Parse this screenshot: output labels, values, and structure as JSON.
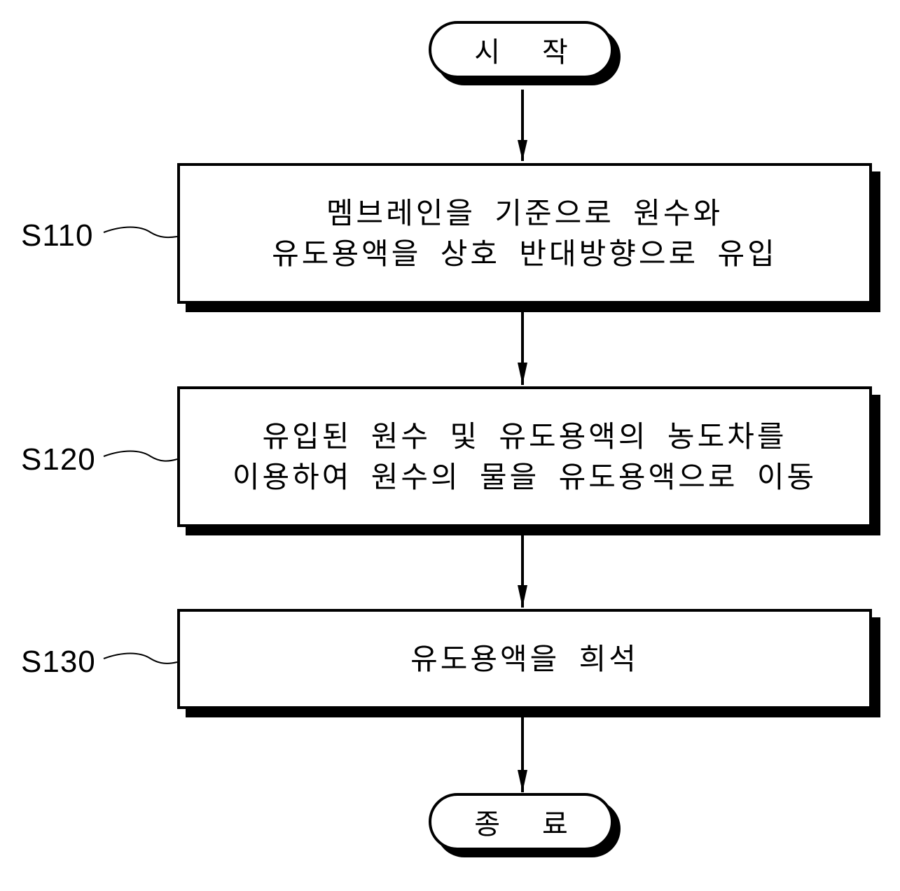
{
  "diagram": {
    "type": "flowchart",
    "start": {
      "text": "시 작",
      "chars": [
        "시",
        "작"
      ]
    },
    "steps": [
      {
        "id": "S110",
        "lines": [
          "멤브레인을 기준으로 원수와",
          "유도용액을 상호 반대방향으로 유입"
        ]
      },
      {
        "id": "S120",
        "lines": [
          "유입된 원수 및 유도용액의 농도차를",
          "이용하여 원수의 물을 유도용액으로 이동"
        ]
      },
      {
        "id": "S130",
        "lines": [
          "유도용액을 희석"
        ]
      }
    ],
    "end": {
      "text": "종 료",
      "chars": [
        "종",
        "료"
      ]
    }
  }
}
